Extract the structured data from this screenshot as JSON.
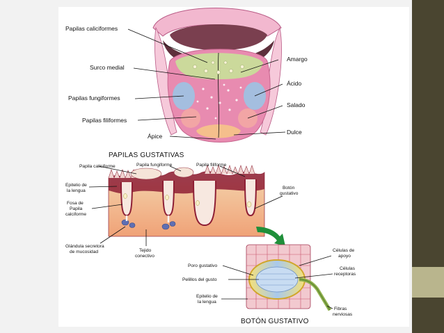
{
  "tongue_labels": {
    "papilas_caliciformes": "Papilas caliciformes",
    "surco_medial": "Surco medial",
    "papilas_fungiformes": "Papilas fungiformes",
    "papilas_filiformes": "Papilas filiformes",
    "apice": "Ápice",
    "amargo": "Amargo",
    "acido": "Ácido",
    "salado": "Salado",
    "dulce": "Dulce"
  },
  "papilas_section": {
    "title": "PAPILAS GUSTATIVAS",
    "caliciforme": "Papila caliciforme",
    "fungiforme": "Papila fungiforme",
    "filiforme": "Papila filiforme",
    "epitelio_line1": "Epitelio de",
    "epitelio_line2": "la lengua",
    "fosa_line1": "Fosa de",
    "fosa_line2": "Papila",
    "fosa_line3": "calciforme",
    "boton_line1": "Botón",
    "boton_line2": "gustativo",
    "glandula_line1": "Glándula secretora",
    "glandula_line2": "de mucosidad",
    "tejido_line1": "Tejido",
    "tejido_line2": "conectivo"
  },
  "boton_section": {
    "title": "BOTÓN GUSTATIVO",
    "poro": "Poro gustativo",
    "pelillos": "Pelillos del gusto",
    "epitelio_line1": "Epitelio de",
    "epitelio_line2": "la lengua",
    "celulas_apoyo_line1": "Células de",
    "celulas_apoyo_line2": "apoyo",
    "celulas_receptoras_line1": "Células",
    "celulas_receptoras_line2": "receptoras",
    "fibras_line1": "Fibras",
    "fibras_line2": "nerviosas"
  },
  "colors": {
    "slide_background": "#f2f2f2",
    "sidebar": "#4a4530",
    "sidebar_accent": "#b9b58d",
    "tongue": "#e88bb0",
    "bitter_zone": "#c9dd9a",
    "sour_zone": "#9cc3e4",
    "salty_zone": "#f3a9a3",
    "sweet_zone": "#f5c28a",
    "arrow": "#1f8f3a"
  }
}
